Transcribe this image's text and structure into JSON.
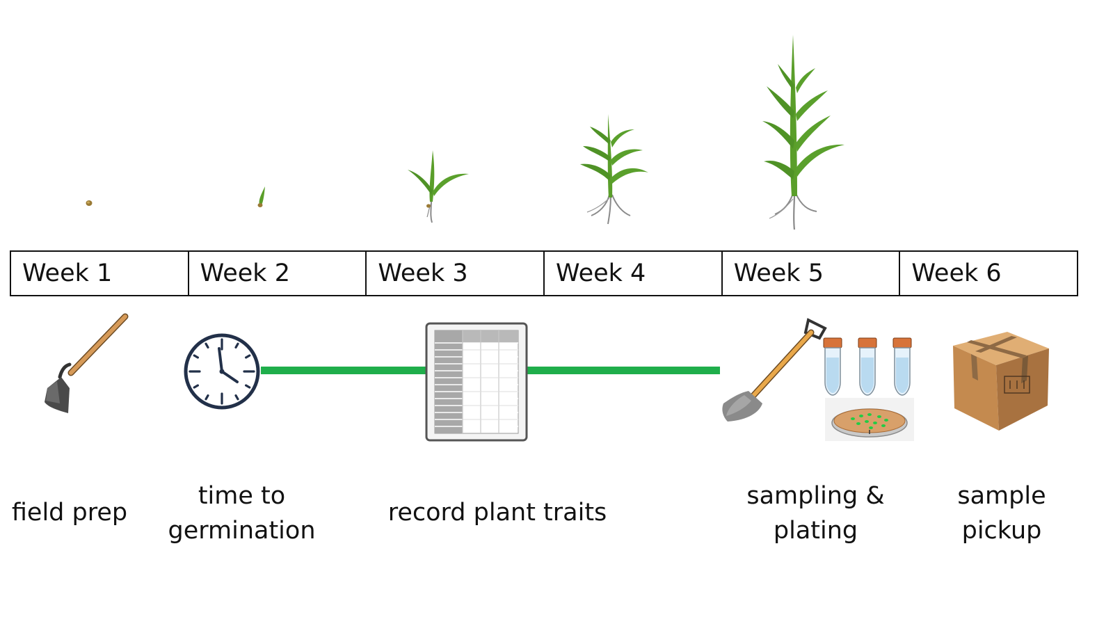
{
  "weeks": [
    "Week 1",
    "Week 2",
    "Week 3",
    "Week 4",
    "Week 5",
    "Week 6"
  ],
  "steps": {
    "field_prep": "field prep",
    "germination": "time to\ngermination",
    "record": "record plant traits",
    "sampling": "sampling &\nplating",
    "pickup": "sample\npickup"
  },
  "icons": {
    "seed": "seed-icon",
    "sprout": "sprout-icon",
    "seedling": "seedling-icon",
    "young_plant": "young-corn-plant-icon",
    "mature_plant": "mature-corn-plant-icon",
    "hoe": "hoe-icon",
    "clock": "clock-icon",
    "spreadsheet": "spreadsheet-icon",
    "shovel": "shovel-icon",
    "tubes": "test-tubes-icon",
    "petri": "petri-dish-icon",
    "box": "cardboard-box-icon"
  },
  "colors": {
    "leaf": "#5a9e2a",
    "leaf_dark": "#3f7d1c",
    "root": "#8a8a8a",
    "timeline": "#1fae4b",
    "clock": "#223049",
    "box": "#c48a4f",
    "tape": "#8e6a45",
    "tube_cap": "#d7733a",
    "agar": "#d8a06a"
  }
}
